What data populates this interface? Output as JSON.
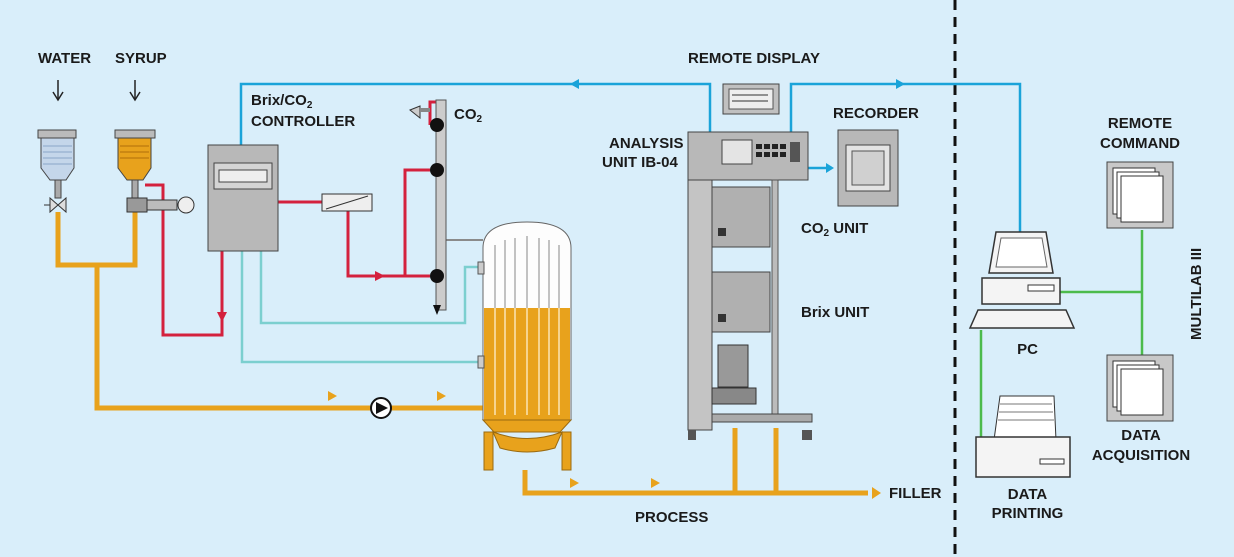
{
  "labels": {
    "water": "WATER",
    "syrup": "SYRUP",
    "controller_line1": "Brix/CO",
    "controller_sub": "2",
    "controller_line2": "CONTROLLER",
    "co2_main": "CO",
    "co2_sub": "2",
    "remote_display": "REMOTE DISPLAY",
    "analysis_line1": "ANALYSIS",
    "analysis_line2": "UNIT IB-04",
    "recorder": "RECORDER",
    "co2_unit_main": "CO",
    "co2_unit_sub": "2",
    "co2_unit_rest": " UNIT",
    "brix_unit": "Brix UNIT",
    "remote_command_line1": "REMOTE",
    "remote_command_line2": "COMMAND",
    "multilab": "MULTILAB III",
    "pc": "PC",
    "data_acquisition_line1": "DATA",
    "data_acquisition_line2": "ACQUISITION",
    "data_printing_line1": "DATA",
    "data_printing_line2": "PRINTING",
    "filler": "FILLER",
    "process": "PROCESS"
  },
  "colors": {
    "background": "#d9eefa",
    "product_line": "#e8a21c",
    "signal_blue": "#1aa3d9",
    "signal_red": "#d4213d",
    "signal_teal": "#7ccfcf",
    "network_green": "#4cbb4c",
    "equipment_grey": "#b8b8b8"
  },
  "icons": [
    "pump-icon",
    "valve-icon",
    "gauge-icon",
    "pc-icon",
    "printer-icon",
    "recorder-icon",
    "flow-arrow-icon"
  ]
}
